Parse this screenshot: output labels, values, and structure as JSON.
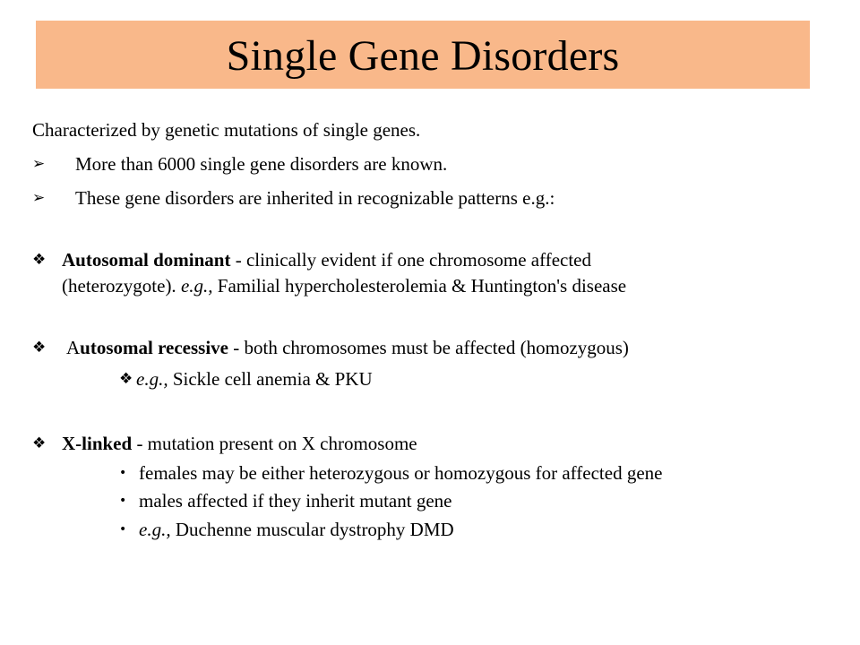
{
  "title": "Single Gene Disorders",
  "intro": "Characterized by genetic mutations of single genes.",
  "arrow_points": [
    "More than 6000 single gene disorders are known.",
    "These gene disorders are inherited in recognizable patterns  e.g.:"
  ],
  "autosomal_dominant": {
    "term": "Autosomal dominant",
    "text": " - clinically evident if one chromosome affected",
    "line2_prefix": "(heterozygote).  ",
    "eg": "e.g.,",
    "line2_rest": " Familial hypercholesterolemia & Huntington's disease"
  },
  "autosomal_recessive": {
    "term_first": "A",
    "term_rest": "utosomal recessive",
    "text": " - both chromosomes must be affected (homozygous)",
    "sub_eg": "e.g.,",
    "sub_text": " Sickle cell anemia & PKU"
  },
  "x_linked": {
    "term": "X-linked",
    "text": " - mutation present on X chromosome",
    "bullets": [
      "females may be either heterozygous or homozygous for affected gene",
      "males affected if they inherit mutant gene"
    ],
    "eg_bullet_eg": "e.g.,",
    "eg_bullet_text": " Duchenne muscular dystrophy DMD"
  },
  "symbols": {
    "arrow": "➢",
    "diamond": "❖",
    "dot": "•"
  }
}
